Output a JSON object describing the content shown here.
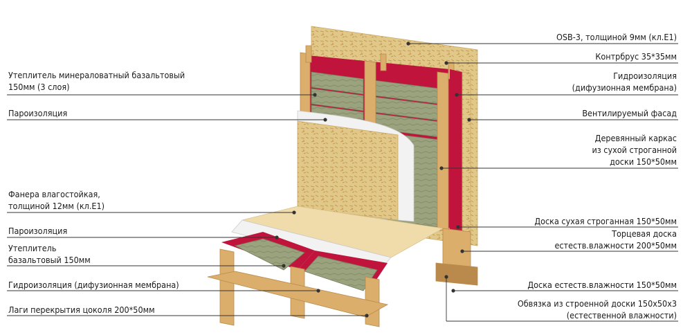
{
  "left_labels": [
    {
      "id": "insulation-wall",
      "lines": [
        "Утеплитель минераловатный базальтовый",
        "150мм (3 слоя)"
      ]
    },
    {
      "id": "vapor-barrier-wall",
      "lines": [
        "Пароизоляция"
      ]
    },
    {
      "id": "plywood",
      "lines": [
        "Фанера влагостойкая,",
        "толщиной 12мм (кл.E1)"
      ]
    },
    {
      "id": "vapor-barrier-floor",
      "lines": [
        "Пароизоляция"
      ]
    },
    {
      "id": "insulation-floor",
      "lines": [
        "Утеплитель",
        "базальтовый 150мм"
      ]
    },
    {
      "id": "waterproofing-floor",
      "lines": [
        "Гидроизоляция (дифузионная мембрана)"
      ]
    },
    {
      "id": "floor-joists",
      "lines": [
        "Лаги перекрытия цоколя 200*50мм"
      ]
    }
  ],
  "right_labels": [
    {
      "id": "osb",
      "lines": [
        "OSB-3, толщиной 9мм (кл.E1)"
      ]
    },
    {
      "id": "counter-batten",
      "lines": [
        "Контрбрус 35*35мм"
      ]
    },
    {
      "id": "waterproofing-wall",
      "lines": [
        "Гидроизоляция",
        "(дифузионная мембрана)"
      ]
    },
    {
      "id": "ventilated-facade",
      "lines": [
        "Вентилируемый фасад"
      ]
    },
    {
      "id": "wood-frame",
      "lines": [
        "Деревянный каркас",
        "из сухой строганной",
        "доски 150*50мм"
      ]
    },
    {
      "id": "dry-board",
      "lines": [
        "Доска сухая строганная 150*50мм"
      ]
    },
    {
      "id": "end-board",
      "lines": [
        "Торцевая доска",
        "естеств.влажности 200*50мм"
      ]
    },
    {
      "id": "natural-board",
      "lines": [
        "Доска естеств.влажности 150*50мм"
      ]
    },
    {
      "id": "strapping",
      "lines": [
        "Обвязка из строенной доски 150х50х3",
        "(естественной влажности)"
      ]
    }
  ],
  "colors": {
    "osb": "#e2c888",
    "osb_dark": "#c9a865",
    "timber": "#dcae6c",
    "timber_dark": "#b98a4c",
    "membrane": "#c0143c",
    "membrane_dark": "#8e0e2c",
    "wool": "#9aa27e",
    "wool_dark": "#767e5d",
    "vapor": "#f2f2f2",
    "plywood": "#f0dcaa",
    "leader": "#333333"
  }
}
